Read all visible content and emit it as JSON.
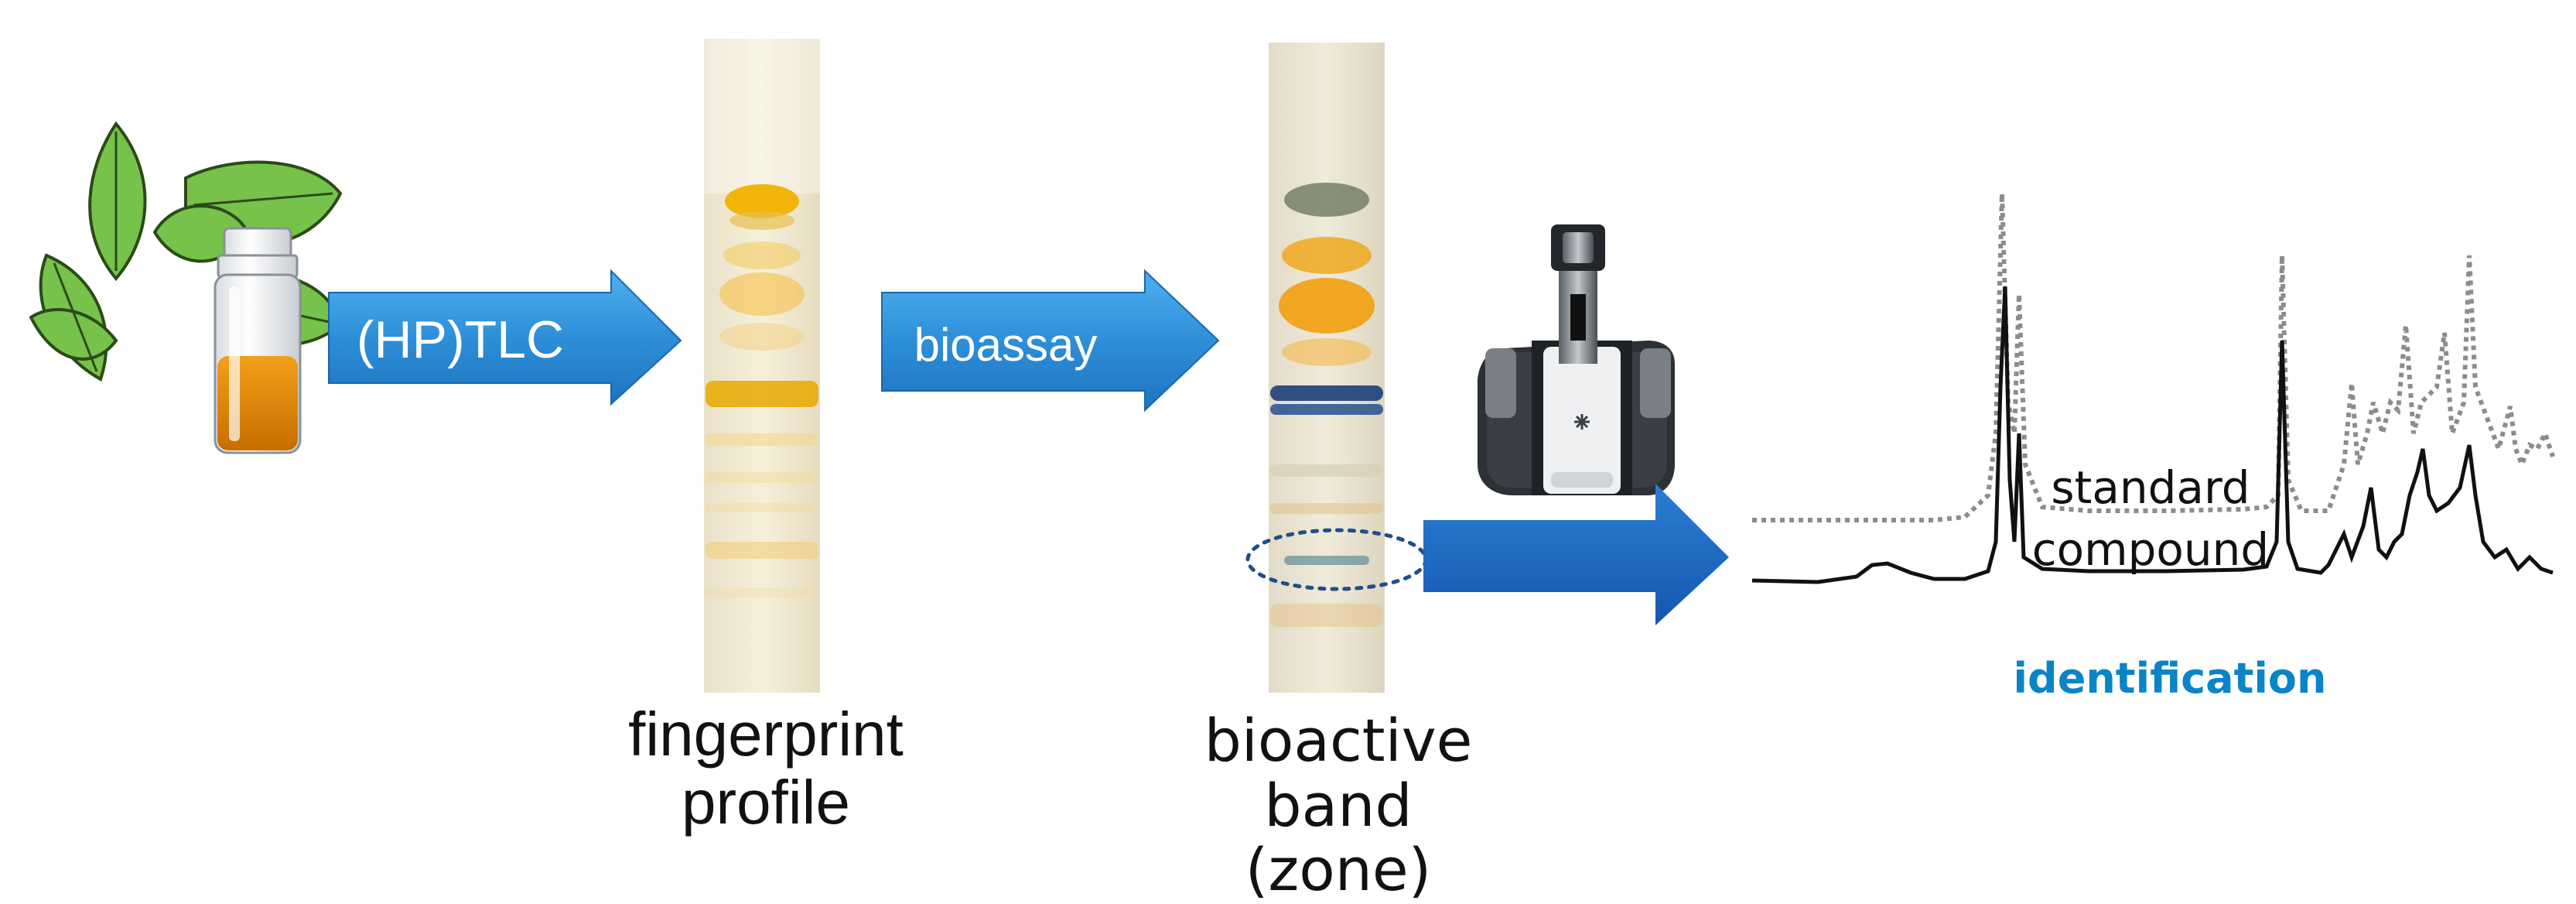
{
  "arrows": {
    "tlc_label": "(HP)TLC",
    "bioassay_label": "bioassay"
  },
  "captions": {
    "fingerprint_line1": "fingerprint",
    "fingerprint_line2": "profile",
    "bioactive_line1": "bioactive",
    "bioactive_line2": "band (zone)"
  },
  "spectrum": {
    "standard_label": "standard",
    "compound_label": "compound",
    "identification_label": "identification"
  },
  "colors": {
    "arrow_blue": "#2d8fd8",
    "arrow_dark_blue": "#1565c0",
    "identification": "#0a84c6",
    "plate_bg": "#f1ead2",
    "band_yellow": "#f2b100",
    "band_blue": "#1d3f7a"
  },
  "icons": {
    "plant": "mint-leaves-icon",
    "vial": "sample-vial-icon",
    "instrument": "mass-spectrometer-icon"
  }
}
